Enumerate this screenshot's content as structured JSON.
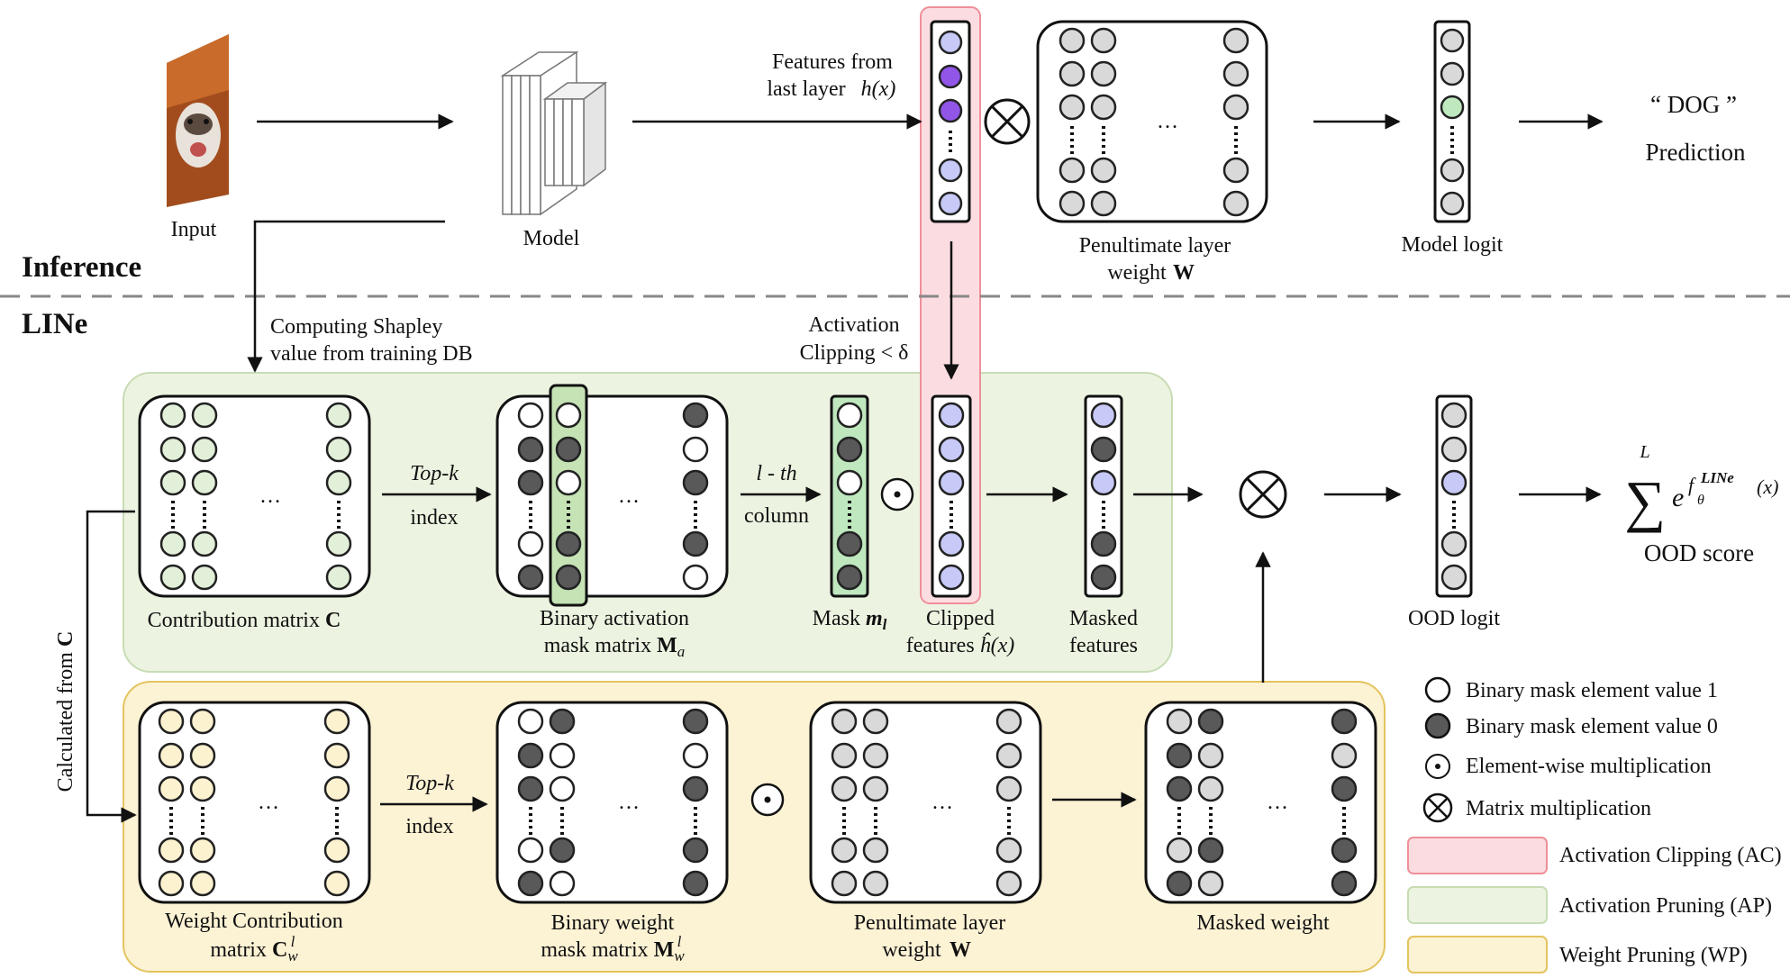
{
  "sections": {
    "inference": "Inference",
    "line": "LINe"
  },
  "inference": {
    "input_label": "Input",
    "model_label": "Model",
    "features_line1": "Features from",
    "features_line2": "last layer",
    "features_math": "h(x)",
    "penultimate_line1": "Penultimate layer",
    "penultimate_line2": "weight",
    "penultimate_bold": "W",
    "logit_label": "Model logit",
    "prediction_class": "“ DOG ”",
    "prediction_label": "Prediction"
  },
  "line": {
    "shapley_line1": "Computing Shapley",
    "shapley_line2": "value from training DB",
    "clip_line1": "Activation",
    "clip_line2": "Clipping < δ",
    "calc_from": "Calculated from",
    "calc_from_bold": "C",
    "contribution_label": "Contribution matrix",
    "contribution_bold": "C",
    "topk": "Top-k",
    "index": "index",
    "binary_act_line1": "Binary activation",
    "binary_act_line2": "mask matrix",
    "binary_act_bold": "M",
    "binary_act_sub": "a",
    "lth": "l - th",
    "column": "column",
    "mask_label": "Mask",
    "mask_math": "m",
    "mask_sub": "l",
    "clipped_line1": "Clipped",
    "clipped_line2": "features",
    "clipped_math": "ĥ(x)",
    "masked_feat_line1": "Masked",
    "masked_feat_line2": "features",
    "ood_logit": "OOD logit",
    "sum_top": "L",
    "score_e": "e",
    "score_f": "f",
    "score_sub": "θ",
    "score_sup": "LINe",
    "score_x": "(x)",
    "ood_score": "OOD score",
    "wc_line1": "Weight Contribution",
    "wc_line2": "matrix",
    "wc_bold": "C",
    "wc_sub": "w",
    "wc_sup": "l",
    "bw_line1": "Binary weight",
    "bw_line2": "mask matrix",
    "bw_bold": "M",
    "bw_sub": "w",
    "bw_sup": "l",
    "pen2_line1": "Penultimate layer",
    "pen2_line2": "weight",
    "pen2_bold": "W",
    "masked_weight": "Masked weight"
  },
  "legend": {
    "value1": "Binary mask element value 1",
    "value0": "Binary mask element value 0",
    "elementwise": "Element-wise multiplication",
    "matmul": "Matrix multiplication",
    "ac": "Activation Clipping (AC)",
    "ap": "Activation Pruning (AP)",
    "wp": "Weight Pruning (WP)"
  },
  "ellipsis": "…",
  "colors": {
    "ac_fill": "#fbdde1",
    "ac_stroke": "#ef8f99",
    "ap_fill": "#ecf4e1",
    "ap_stroke": "#c8dcb4",
    "wp_fill": "#fcf2d4",
    "wp_stroke": "#e3c45e",
    "purple_dark": "#9155e8",
    "purple_light": "#c7c9f7",
    "green_node": "#bfe8bf",
    "dark_node": "#595959",
    "gray_node": "#d9d9d9",
    "yellow_node": "#fdf2d0",
    "green_light_node": "#e3f0d9"
  },
  "icons": [
    "dog-photo-icon",
    "cnn-model-icon",
    "otimes-icon",
    "odot-icon"
  ]
}
